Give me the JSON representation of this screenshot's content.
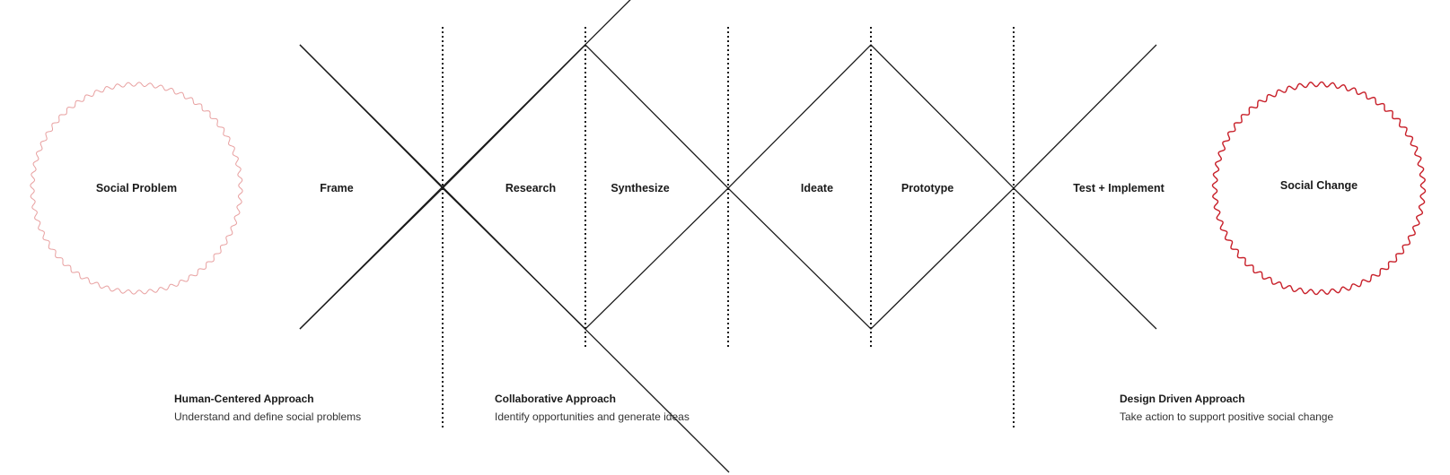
{
  "colors": {
    "line": "#1a1a1a",
    "problem_circle": "#e8a0a0",
    "change_circle": "#c8202a"
  },
  "start": {
    "label": "Social Problem"
  },
  "end": {
    "label": "Social Change"
  },
  "phases": [
    {
      "label": "Frame"
    },
    {
      "label": "Research"
    },
    {
      "label": "Synthesize"
    },
    {
      "label": "Ideate"
    },
    {
      "label": "Prototype"
    },
    {
      "label": "Test + Implement"
    }
  ],
  "approaches": [
    {
      "title": "Human-Centered Approach",
      "description": "Understand and define social problems"
    },
    {
      "title": "Collaborative Approach",
      "description": "Identify opportunities and generate ideas"
    },
    {
      "title": "Design Driven Approach",
      "description": "Take action to support positive social change"
    }
  ]
}
